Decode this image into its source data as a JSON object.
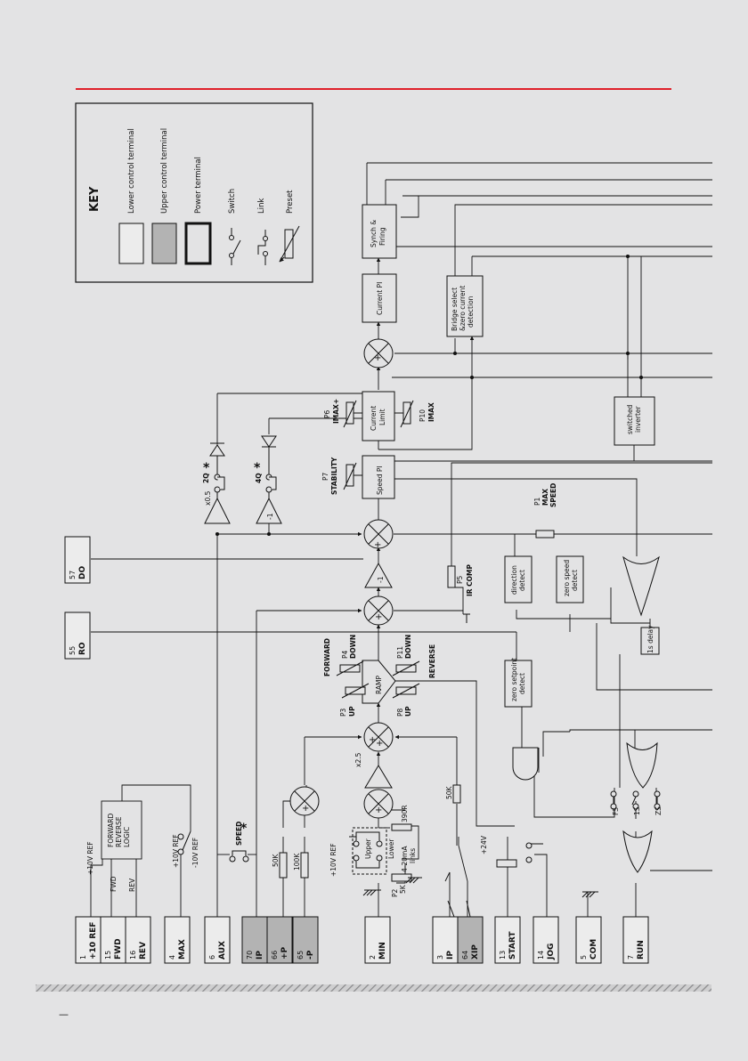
{
  "header_rule_color": "#e0202a",
  "key": {
    "title": "KEY",
    "items": [
      "Lower control terminal",
      "Upper control terminal",
      "Power terminal",
      "Switch",
      "Link",
      "Preset"
    ]
  },
  "terminals": [
    {
      "num": "1",
      "name": "+10 REF",
      "kind": "lower"
    },
    {
      "num": "15",
      "name": "FWD",
      "kind": "lower"
    },
    {
      "num": "16",
      "name": "REV",
      "kind": "lower"
    },
    {
      "num": "4",
      "name": "MAX",
      "kind": "lower"
    },
    {
      "num": "6",
      "name": "AUX",
      "kind": "lower"
    },
    {
      "num": "70",
      "name": "IP",
      "kind": "upper"
    },
    {
      "num": "66",
      "name": "+P",
      "kind": "upper"
    },
    {
      "num": "65",
      "name": "-P",
      "kind": "upper"
    },
    {
      "num": "2",
      "name": "MIN",
      "kind": "lower"
    },
    {
      "num": "3",
      "name": "IP",
      "kind": "lower"
    },
    {
      "num": "64",
      "name": "XIP",
      "kind": "upper"
    },
    {
      "num": "13",
      "name": "START",
      "kind": "lower"
    },
    {
      "num": "14",
      "name": "JOG",
      "kind": "lower"
    },
    {
      "num": "5",
      "name": "COM",
      "kind": "lower"
    },
    {
      "num": "7",
      "name": "RUN",
      "kind": "lower"
    },
    {
      "num": "55",
      "name": "RO",
      "kind": "lower"
    },
    {
      "num": "57",
      "name": "DO",
      "kind": "lower"
    }
  ],
  "labels": {
    "ref10_a": "+10V REF",
    "ref10_b": "+10V REF",
    "neg10_ref": "-10V REF",
    "logic": [
      "FORWARD",
      "REVERSE",
      "LOGIC"
    ],
    "fwd": "FWD",
    "rev": "REV",
    "speed": "SPEED",
    "star": "*",
    "r50k_a": "50K",
    "r100k": "100K",
    "r50k_b": "50K",
    "upper": "Upper",
    "lower": "Lower",
    "r390": "390R",
    "links_420": [
      "4-20mA",
      "links"
    ],
    "p2": [
      "P2",
      "5K"
    ],
    "x25": "x2.5",
    "plus24": "+24V",
    "ramp": "RAMP",
    "p3": [
      "P3",
      "UP"
    ],
    "p4": [
      "P4",
      "DOWN"
    ],
    "p8": [
      "P8",
      "UP"
    ],
    "p11": [
      "P11",
      "DOWN"
    ],
    "forward": "FORWARD",
    "reverse": "REVERSE",
    "minus1": "-1",
    "p5": [
      "P5",
      "IR COMP"
    ],
    "x05": "x0.5",
    "link2q": "2Q",
    "link4q": "4Q",
    "p7": [
      "P7",
      "STABILITY"
    ],
    "speed_pi": "Speed PI",
    "current_limit": [
      "Current",
      "Limit"
    ],
    "p6": [
      "P6",
      "IMAX+"
    ],
    "p10": [
      "P10",
      "IMAX"
    ],
    "current_pi": "Current PI",
    "synch": [
      "Synch &",
      "Firing"
    ],
    "bridge": [
      "Bridge select",
      "&zero current",
      "detection"
    ],
    "switched_inverter": [
      "switched",
      "inverter"
    ],
    "p1": [
      "P1",
      "MAX",
      "SPEED"
    ],
    "direction_detect": [
      "direction",
      "detect"
    ],
    "zero_speed_detect": [
      "zero speed",
      "detect"
    ],
    "zero_setpoint_detect": [
      "zero setpoint",
      "detect"
    ],
    "delay": "1s delay",
    "fs": "FS",
    "s1s": "1S",
    "zs": "ZS",
    "page_num": "—"
  }
}
